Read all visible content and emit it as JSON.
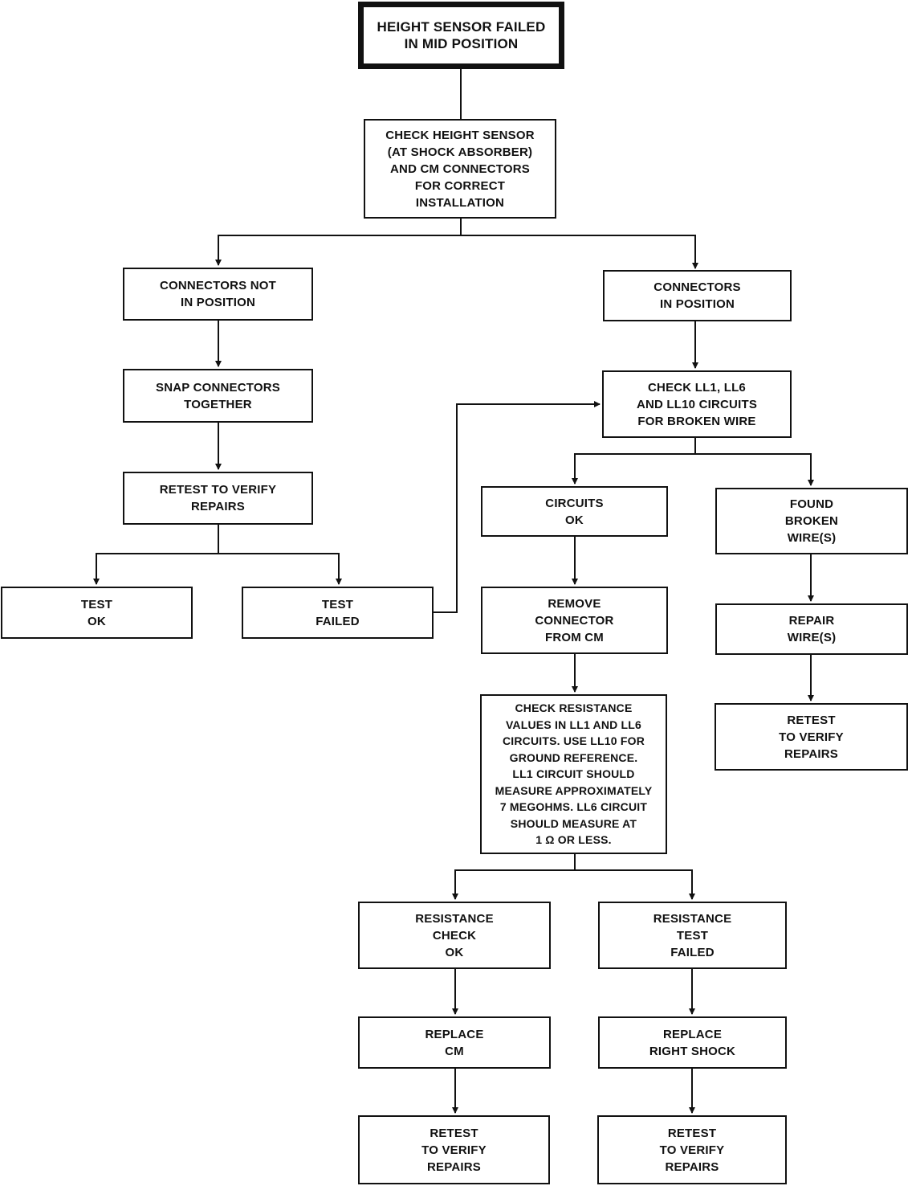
{
  "boxes": {
    "start": "HEIGHT SENSOR FAILED\nIN MID POSITION",
    "check_install": "CHECK HEIGHT SENSOR\n(AT SHOCK ABSORBER)\nAND CM CONNECTORS\nFOR CORRECT\nINSTALLATION",
    "connectors_not_in_position": "CONNECTORS NOT\nIN POSITION",
    "connectors_in_position": "CONNECTORS\nIN POSITION",
    "snap_connectors": "SNAP CONNECTORS\nTOGETHER",
    "check_circuits": "CHECK LL1, LL6\nAND LL10 CIRCUITS\nFOR BROKEN WIRE",
    "retest_left": "RETEST TO VERIFY\nREPAIRS",
    "circuits_ok": "CIRCUITS\nOK",
    "found_broken": "FOUND\nBROKEN\nWIRE(S)",
    "test_ok": "TEST\nOK",
    "test_failed": "TEST\nFAILED",
    "remove_connector": "REMOVE\nCONNECTOR\nFROM CM",
    "repair_wires": "REPAIR\nWIRE(S)",
    "retest_right": "RETEST\nTO VERIFY\nREPAIRS",
    "check_resistance": "CHECK RESISTANCE\nVALUES IN LL1 AND LL6\nCIRCUITS. USE LL10 FOR\nGROUND REFERENCE.\nLL1 CIRCUIT SHOULD\nMEASURE APPROXIMATELY\n7 MEGOHMS. LL6 CIRCUIT\nSHOULD MEASURE AT\n1 Ω OR LESS.",
    "resistance_ok": "RESISTANCE\nCHECK\nOK",
    "resistance_failed": "RESISTANCE\nTEST\nFAILED",
    "replace_cm": "REPLACE\nCM",
    "replace_shock": "REPLACE\nRIGHT SHOCK",
    "retest_cm": "RETEST\nTO VERIFY\nREPAIRS",
    "retest_shock": "RETEST\nTO VERIFY\nREPAIRS"
  }
}
